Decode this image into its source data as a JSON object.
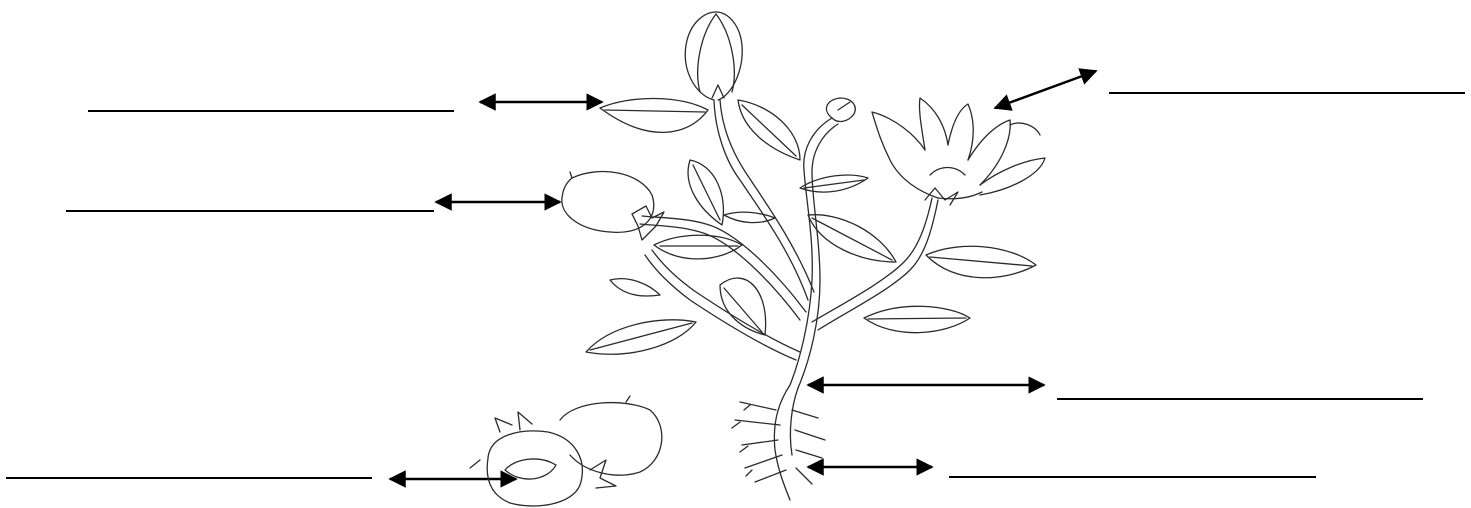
{
  "worksheet": {
    "labels": [
      {
        "id": "flower-bud",
        "answer": ""
      },
      {
        "id": "flower",
        "answer": ""
      },
      {
        "id": "fruit",
        "answer": ""
      },
      {
        "id": "stem",
        "answer": ""
      },
      {
        "id": "root",
        "answer": ""
      },
      {
        "id": "seed",
        "answer": ""
      }
    ],
    "colors": {
      "line": "#000000",
      "drawing": "#2b2b2b",
      "background": "#ffffff"
    }
  }
}
